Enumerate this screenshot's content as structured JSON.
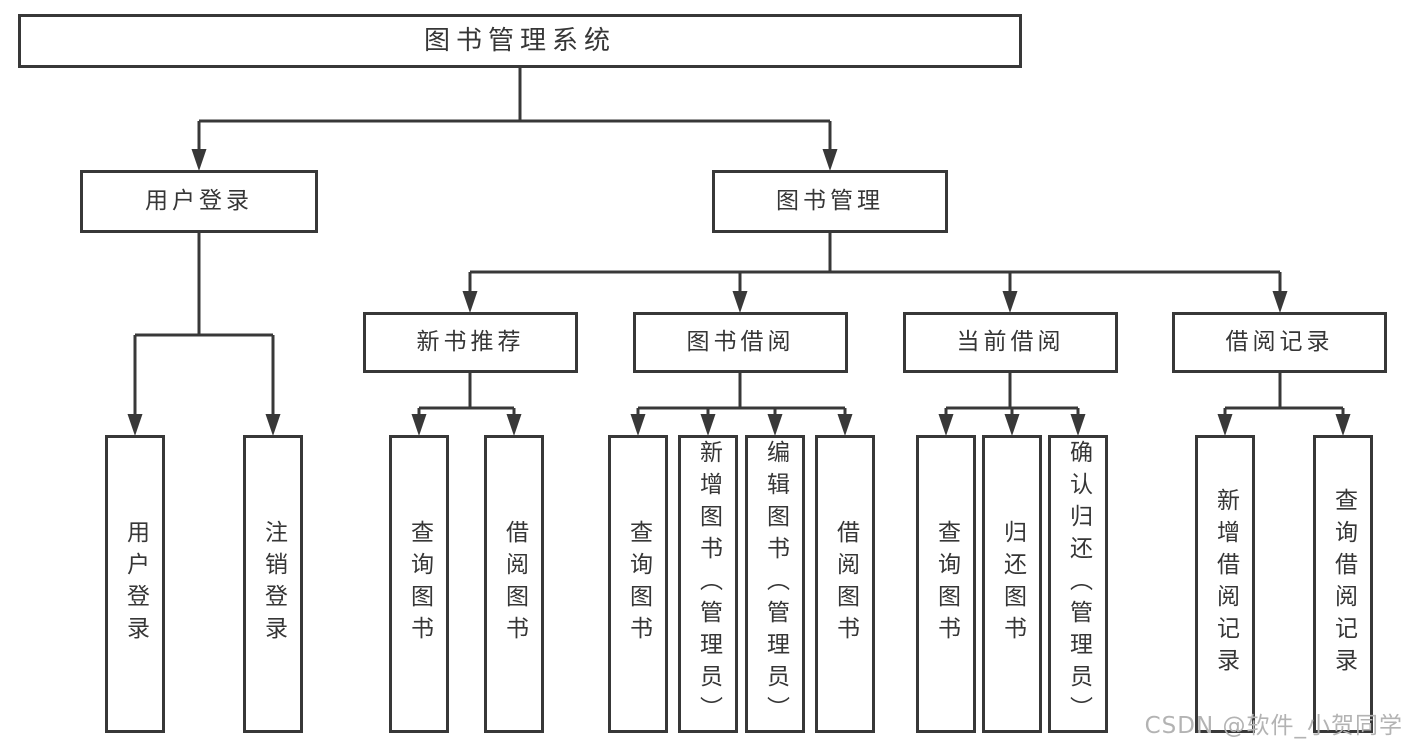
{
  "colors": {
    "line": "#383838",
    "text": "#363636",
    "watermark": "#b3b3b3"
  },
  "watermark": "CSDN @软件_小贺同学",
  "tree": {
    "root": "图书管理系统",
    "user_login": {
      "label": "用户登录",
      "children": [
        "用户登录",
        "注销登录"
      ]
    },
    "book_mgmt": {
      "label": "图书管理",
      "sections": {
        "new_book": {
          "label": "新书推荐",
          "children": [
            "查询图书",
            "借阅图书"
          ]
        },
        "borrow": {
          "label": "图书借阅",
          "children": [
            "查询图书",
            "新增图书（管理员）",
            "编辑图书（管理员）",
            "借阅图书"
          ]
        },
        "current": {
          "label": "当前借阅",
          "children": [
            "查询图书",
            "归还图书",
            "确认归还（管理员）"
          ]
        },
        "records": {
          "label": "借阅记录",
          "children": [
            "新增借阅记录",
            "查询借阅记录"
          ]
        }
      }
    }
  }
}
